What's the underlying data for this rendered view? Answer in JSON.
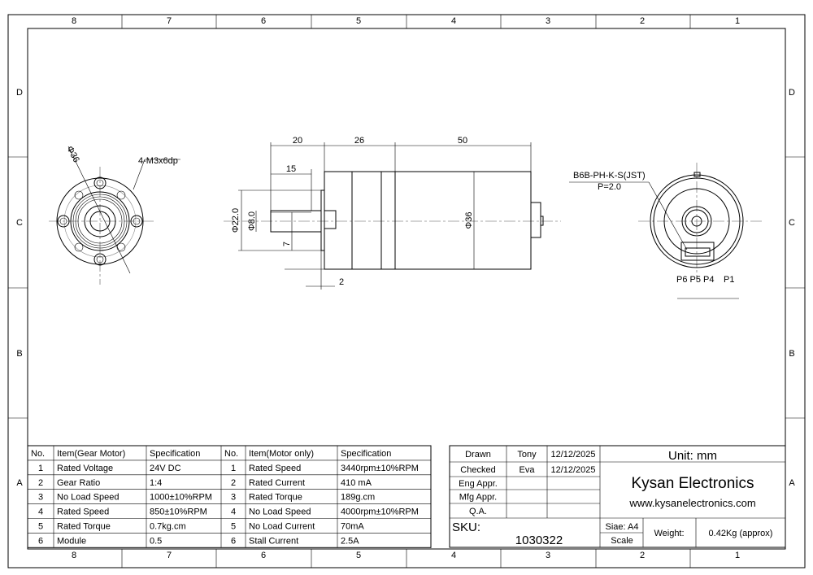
{
  "zones": {
    "columns": [
      "8",
      "7",
      "6",
      "5",
      "4",
      "3",
      "2",
      "1"
    ],
    "rows": [
      "D",
      "C",
      "B",
      "A"
    ]
  },
  "front_view": {
    "diameter": "Φ36",
    "thread_note": "4-M3x6dp"
  },
  "side_view": {
    "dims": {
      "shaft_len": "20",
      "gearbox_len": "26",
      "motor_len": "50",
      "flat_len": "15",
      "boss_dia": "Φ22.0",
      "shaft_dia": "Φ8.0",
      "flat": "7",
      "boss_thk": "2",
      "body_dia": "Φ36"
    }
  },
  "rear_view": {
    "connector": "B6B-PH-K-S(JST)",
    "pitch": "P=2.0",
    "pins": "P6 P5 P4",
    "pin1": "P1"
  },
  "gear_table": {
    "headers": [
      "No.",
      "Item(Gear Motor)",
      "Specification"
    ],
    "rows": [
      [
        "1",
        "Rated Voltage",
        "24V DC"
      ],
      [
        "2",
        "Gear Ratio",
        "1:4"
      ],
      [
        "3",
        "No Load Speed",
        "1000±10%RPM"
      ],
      [
        "4",
        "Rated Speed",
        "850±10%RPM"
      ],
      [
        "5",
        "Rated Torque",
        "0.7kg.cm"
      ],
      [
        "6",
        "Module",
        "0.5"
      ]
    ]
  },
  "motor_table": {
    "headers": [
      "No.",
      "Item(Motor only)",
      "Specification"
    ],
    "rows": [
      [
        "1",
        "Rated Speed",
        "3440rpm±10%RPM"
      ],
      [
        "2",
        "Rated Current",
        "410 mA"
      ],
      [
        "3",
        "Rated Torque",
        "189g.cm"
      ],
      [
        "4",
        "No Load Speed",
        "4000rpm±10%RPM"
      ],
      [
        "5",
        "No Load Current",
        "70mA"
      ],
      [
        "6",
        "Stall Current",
        "2.5A"
      ]
    ]
  },
  "title_block": {
    "approvals": [
      [
        "Drawn",
        "Tony",
        "12/12/2025"
      ],
      [
        "Checked",
        "Eva",
        "12/12/2025"
      ],
      [
        "Eng Appr.",
        "",
        ""
      ],
      [
        "Mfg Appr.",
        "",
        ""
      ],
      [
        "Q.A.",
        "",
        ""
      ]
    ],
    "unit": "Unit: mm",
    "company": "Kysan Electronics",
    "website": "www.kysanelectronics.com",
    "sku_label": "SKU:",
    "sku": "1030322",
    "size": "Siae: A4",
    "scale": "Scale",
    "weight_label": "Weight:",
    "weight": "0.42Kg (approx)"
  }
}
